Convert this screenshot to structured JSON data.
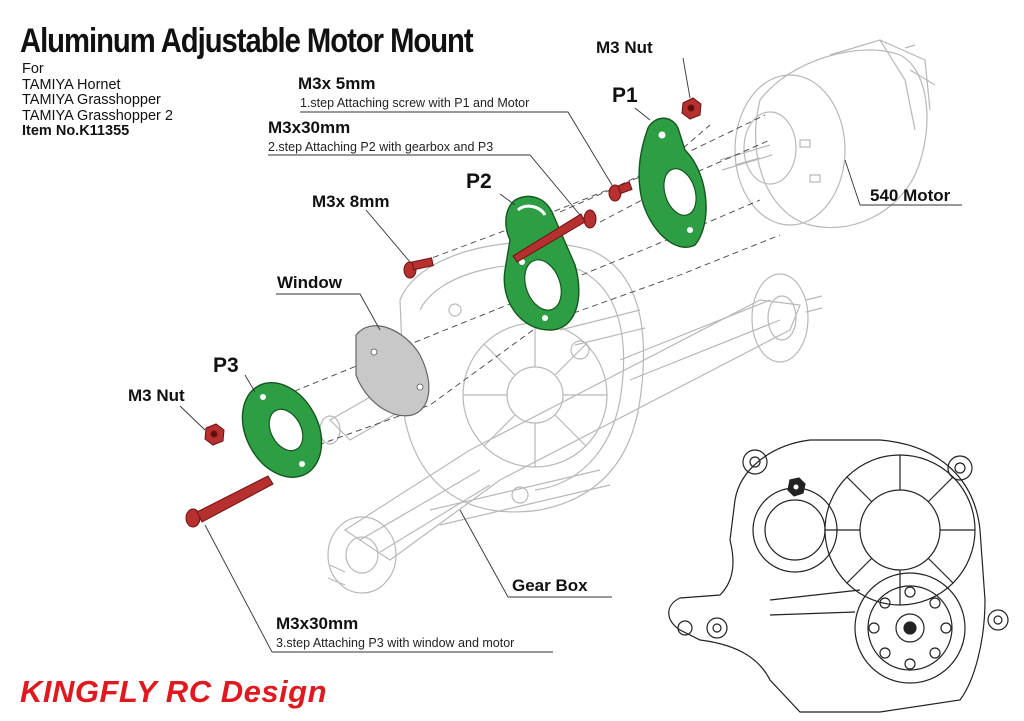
{
  "title": "Aluminum Adjustable Motor Mount",
  "compatibility": {
    "prefix": "For",
    "models": [
      "TAMIYA Hornet",
      "TAMIYA Grasshopper",
      "TAMIYA Grasshopper 2"
    ],
    "item_no": "Item No.K11355"
  },
  "callouts": {
    "m3_nut_top": "M3 Nut",
    "p1": "P1",
    "p2": "P2",
    "p3": "P3",
    "screw_5mm": "M3x 5mm",
    "step1": "1.step Attaching screw with P1 and Motor",
    "screw_30mm_top": "M3x30mm",
    "step2": "2.step Attaching P2 with gearbox and P3",
    "screw_8mm": "M3x 8mm",
    "window": "Window",
    "m3_nut_left": "M3 Nut",
    "motor": "540 Motor",
    "gearbox": "Gear Box",
    "screw_30mm_bottom": "M3x30mm",
    "step3": "3.step Attaching P3 with window and motor"
  },
  "brand": "KINGFLY RC Design",
  "colors": {
    "plate_green": "#2e9e45",
    "screw_red": "#b5302e",
    "brand_red": "#e0191f",
    "line_gray": "#9a9a9a",
    "window_gray": "#c8c8c8"
  }
}
